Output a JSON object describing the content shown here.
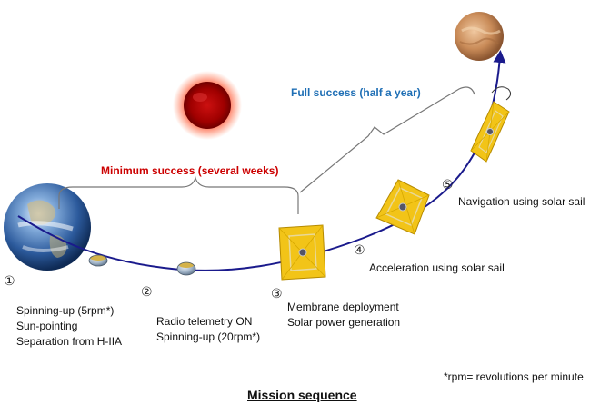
{
  "colors": {
    "trajectory": "#1a1a8c",
    "minimum": "#cc0000",
    "full": "#1f6fb5",
    "sail": "#f2c418"
  },
  "milestones": {
    "minimum": "Minimum success (several weeks)",
    "full": "Full success (half a year)"
  },
  "steps": [
    {
      "number": "①",
      "lines": [
        "Spinning-up (5rpm*)",
        "Sun-pointing",
        "Separation from H-IIA"
      ]
    },
    {
      "number": "②",
      "lines": [
        "Radio telemetry ON",
        "Spinning-up (20rpm*)"
      ]
    },
    {
      "number": "③",
      "lines": [
        "Membrane deployment",
        "Solar power generation"
      ]
    },
    {
      "number": "④",
      "lines": [
        "Acceleration using solar sail"
      ]
    },
    {
      "number": "⑤",
      "lines": [
        "Navigation using solar sail"
      ]
    }
  ],
  "footnote": "*rpm= revolutions per minute",
  "title": "Mission sequence",
  "icons": [
    "earth-icon",
    "sun-icon",
    "venus-icon",
    "spacecraft-icon",
    "solar-sail-icon"
  ]
}
